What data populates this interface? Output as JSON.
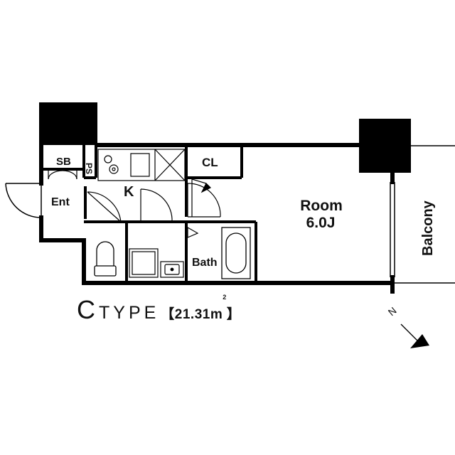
{
  "rooms": {
    "sb": "SB",
    "ps": "PS",
    "entrance": "Ent",
    "kitchen": "K",
    "closet": "CL",
    "bath": "Bath",
    "room_name": "Room",
    "room_size": "6.0J",
    "balcony": "Balcony"
  },
  "caption": {
    "type_letter": "C",
    "type_word": "TYPE",
    "area_open": "【21.31m",
    "area_unit_sup": "2",
    "area_close": "】"
  },
  "compass": {
    "north_label": "N"
  },
  "colors": {
    "wall": "#000000",
    "background": "#ffffff"
  }
}
